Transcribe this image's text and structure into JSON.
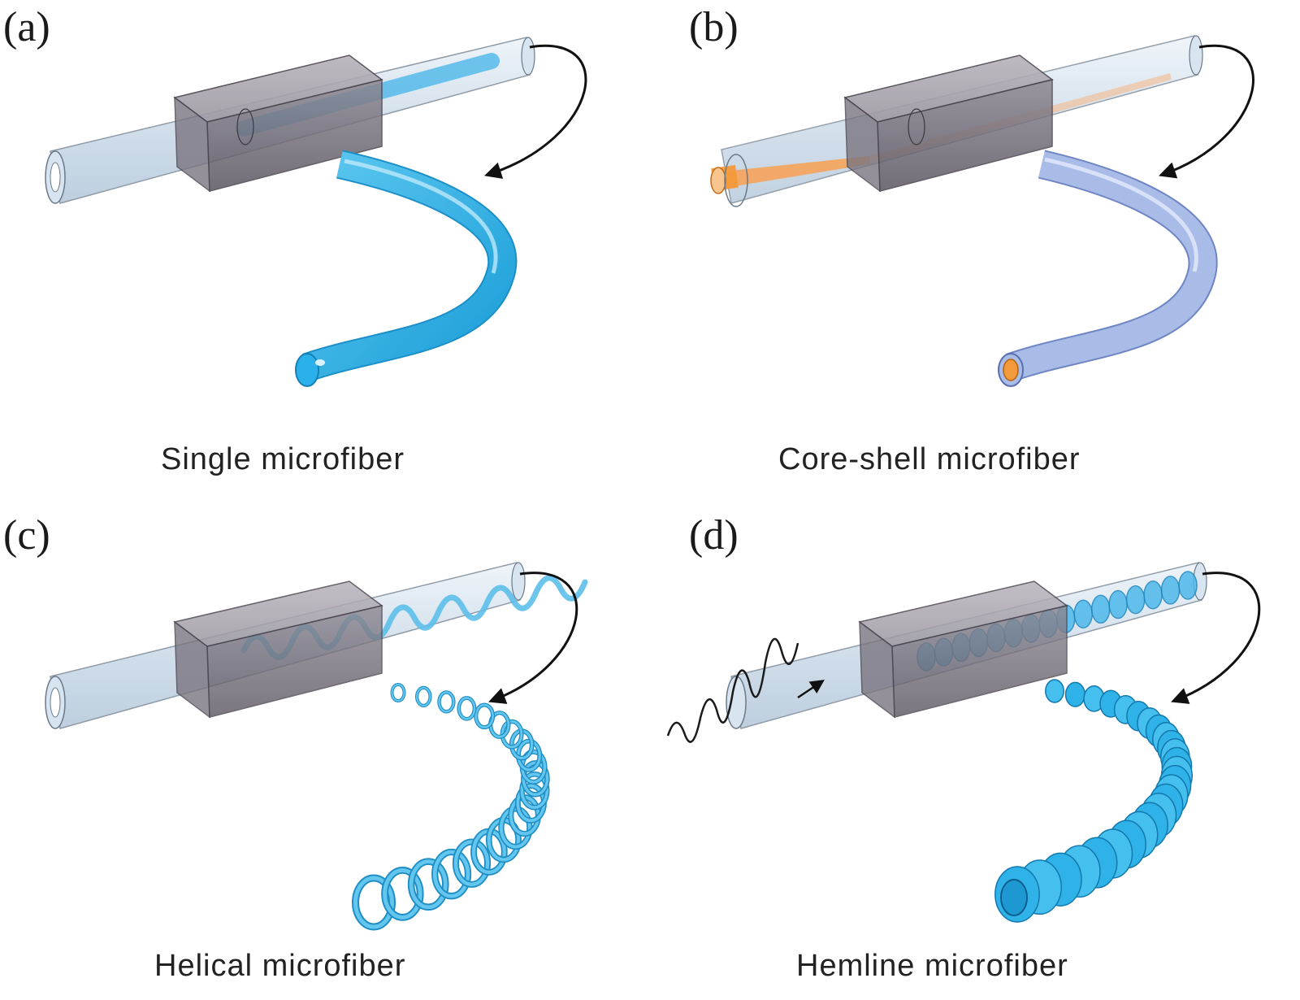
{
  "figure": {
    "panels": [
      {
        "letter": "(a)",
        "caption": "Single microfiber",
        "type": "single"
      },
      {
        "letter": "(b)",
        "caption": "Core-shell microfiber",
        "type": "core-shell"
      },
      {
        "letter": "(c)",
        "caption": "Helical microfiber",
        "type": "helical"
      },
      {
        "letter": "(d)",
        "caption": "Hemline microfiber",
        "type": "hemline"
      }
    ]
  },
  "colors": {
    "fiber_blue": "#2fb2e8",
    "fiber_blue_light": "#7fd0f2",
    "shell_blue": "#9fb4e2",
    "core_orange": "#f39a3c",
    "capillary": "#c9d7e4",
    "block_gray": "#6e6872",
    "arrow": "#111111"
  }
}
